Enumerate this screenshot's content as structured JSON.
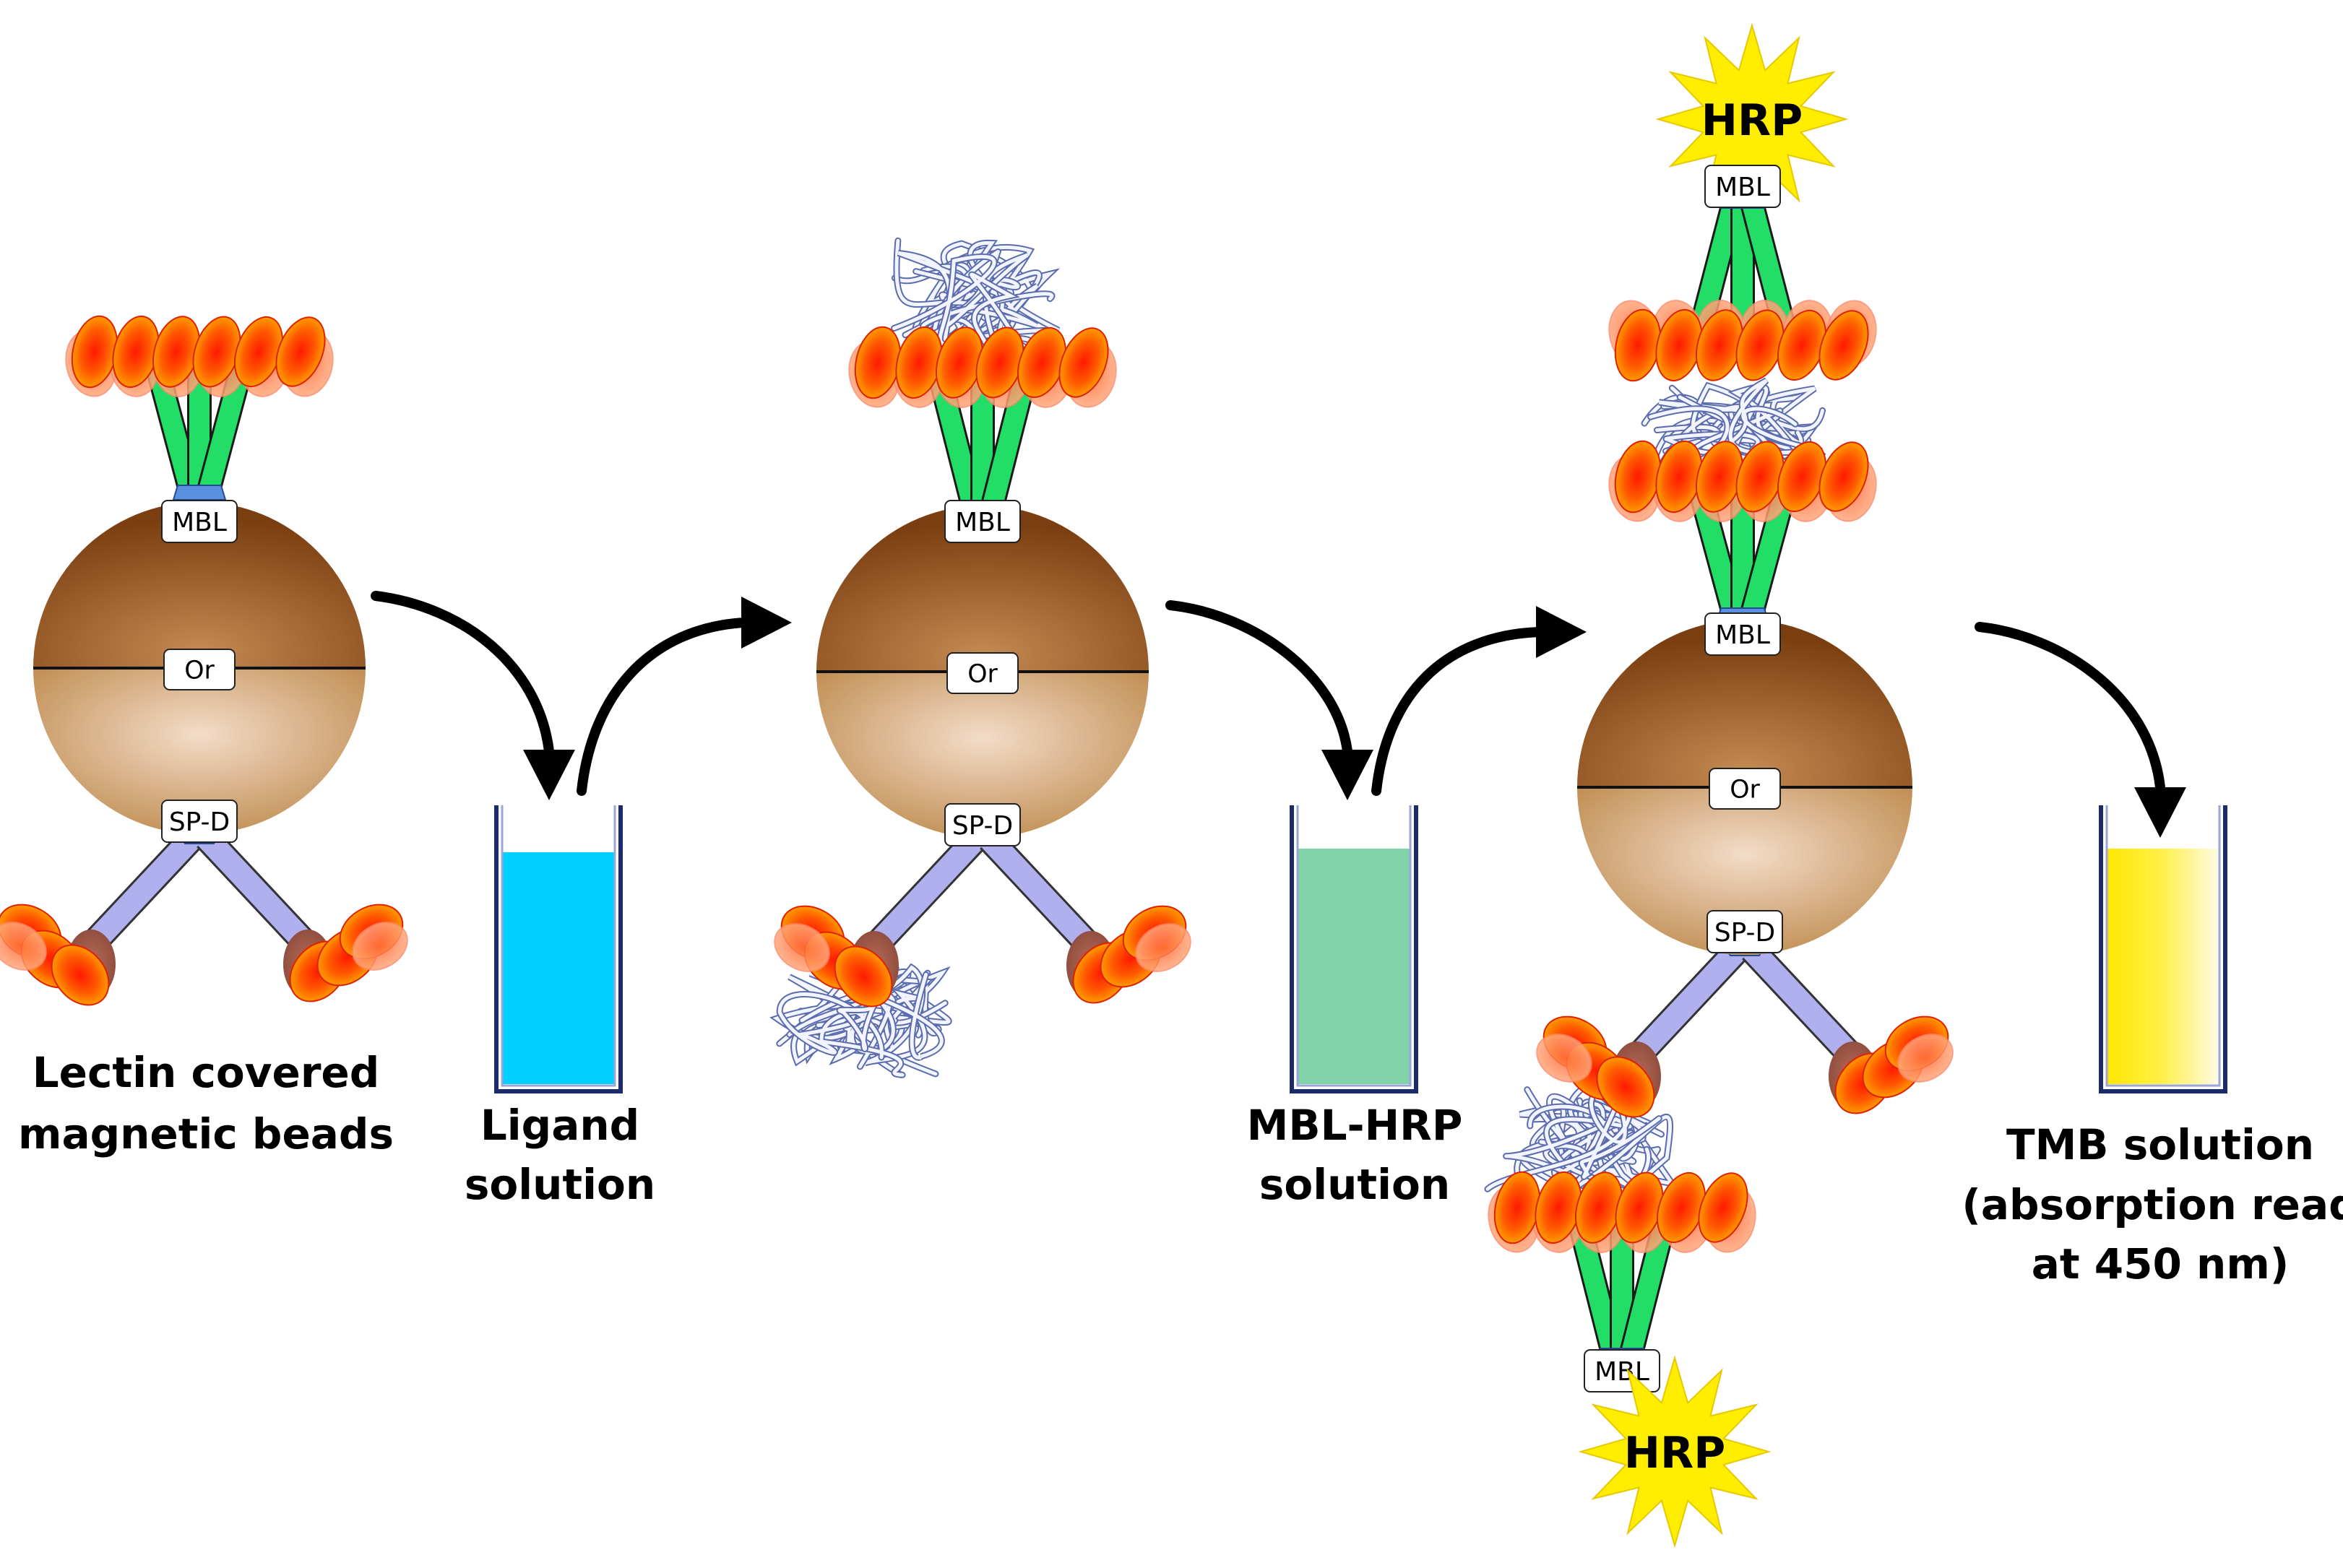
{
  "labels": {
    "beads_line1": "Lectin covered",
    "beads_line2": "magnetic beads",
    "ligand_line1": "Ligand",
    "ligand_line2": "solution",
    "mblhrp_line1": "MBL-HRP",
    "mblhrp_line2": "solution",
    "tmb_line1": "TMB solution",
    "tmb_line2": "(absorption read",
    "tmb_line3": "at 450 nm)"
  },
  "tags": {
    "mbl": "MBL",
    "or": "Or",
    "spd": "SP-D",
    "hrp": "HRP"
  },
  "colors": {
    "bead_top": "#8a4a14",
    "bead_bottom": "#c08a4a",
    "ligand_solution": "#00cfff",
    "mblhrp_solution": "#80d4a8",
    "tmb_solution": "#ffe600",
    "mbl_stalk": "#22dd66",
    "spd_arm": "#a6a6e8",
    "crd": "#ff5500",
    "hrp_star": "#ffee00"
  }
}
